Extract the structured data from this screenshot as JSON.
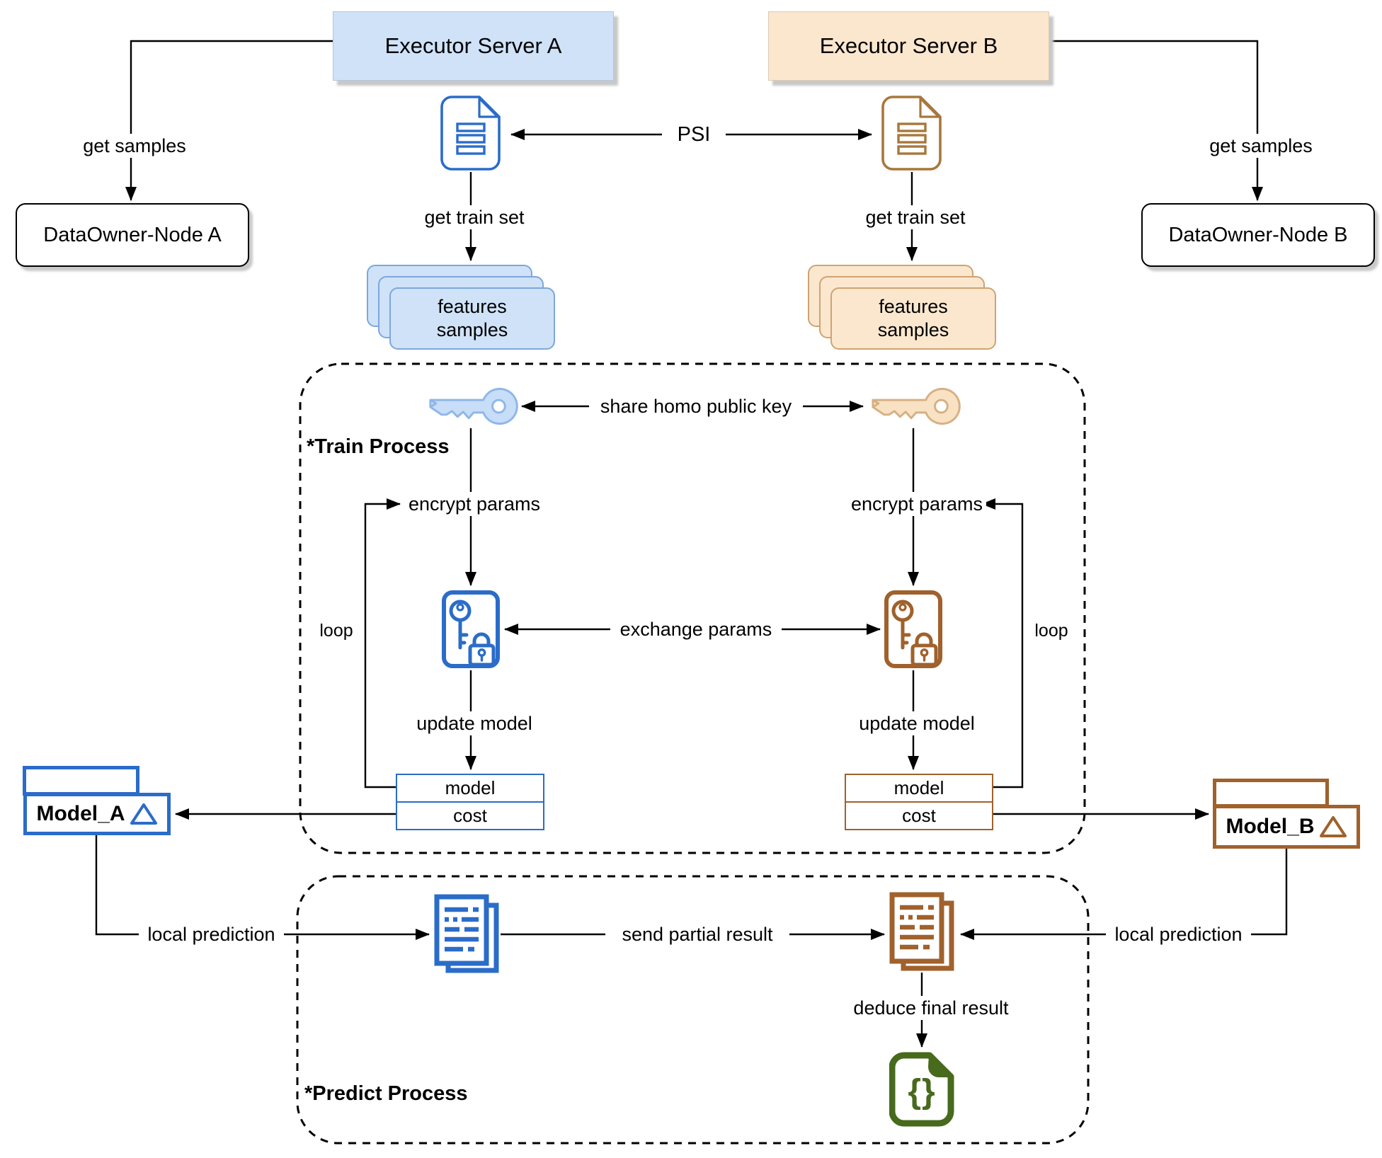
{
  "colors": {
    "blue_fill": "#cfe2f8",
    "blue_stroke": "#2b6cc9",
    "blue_soft_stroke": "#7da7dc",
    "key_blue_fill": "#c7ddf8",
    "key_blue_stroke": "#8fb7e8",
    "tan_fill": "#fbe7ce",
    "tan_soft_stroke": "#cfa371",
    "key_tan_fill": "#f8e2c3",
    "key_tan_stroke": "#d7b084",
    "brown_stroke": "#a0612c",
    "green_stroke": "#476a1d",
    "line": "#000000"
  },
  "nodes": {
    "server_a": "Executor Server A",
    "server_b": "Executor Server B",
    "owner_a": "DataOwner-Node A",
    "owner_b": "DataOwner-Node B",
    "features": "features",
    "samples": "samples",
    "model_row": "model",
    "cost_row": "cost",
    "model_a": "Model_A",
    "model_b": "Model_B",
    "result_glyph": "{}"
  },
  "edges": {
    "get_samples": "get samples",
    "psi": "PSI",
    "get_train_set": "get train set",
    "share_key": "share homo public key",
    "encrypt_params": "encrypt params",
    "exchange_params": "exchange params",
    "update_model": "update model",
    "loop": "loop",
    "local_prediction": "local prediction",
    "send_partial": "send partial result",
    "deduce_final": "deduce final result"
  },
  "sections": {
    "train": "*Train Process",
    "predict": "*Predict Process"
  }
}
